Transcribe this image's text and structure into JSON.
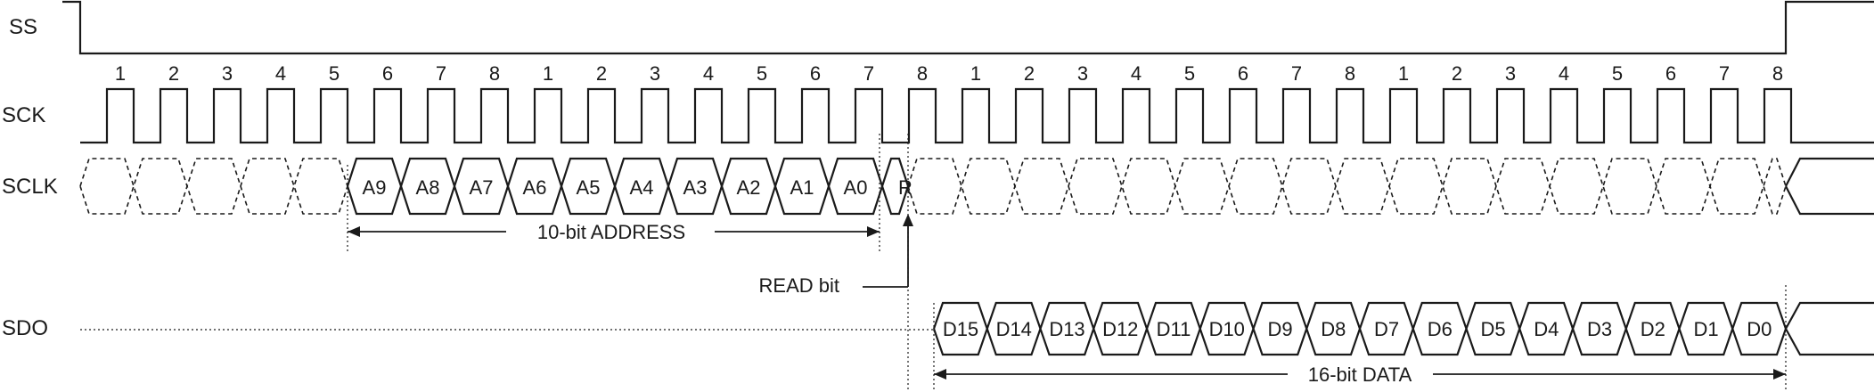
{
  "signals": {
    "ss": "SS",
    "sck": "SCK",
    "sclk": "SCLK",
    "sdo": "SDO"
  },
  "clock_numbers": [
    "1",
    "2",
    "3",
    "4",
    "5",
    "6",
    "7",
    "8",
    "1",
    "2",
    "3",
    "4",
    "5",
    "6",
    "7",
    "8",
    "1",
    "2",
    "3",
    "4",
    "5",
    "6",
    "7",
    "8",
    "1",
    "2",
    "3",
    "4",
    "5",
    "6",
    "7",
    "8"
  ],
  "address_bits": [
    "A9",
    "A8",
    "A7",
    "A6",
    "A5",
    "A4",
    "A3",
    "A2",
    "A1",
    "A0"
  ],
  "read_bit": "R",
  "data_bits": [
    "D15",
    "D14",
    "D13",
    "D12",
    "D11",
    "D10",
    "D9",
    "D8",
    "D7",
    "D6",
    "D5",
    "D4",
    "D3",
    "D2",
    "D1",
    "D0"
  ],
  "annotations": {
    "address": "10-bit ADDRESS",
    "read": "READ bit",
    "data": "16-bit DATA"
  }
}
